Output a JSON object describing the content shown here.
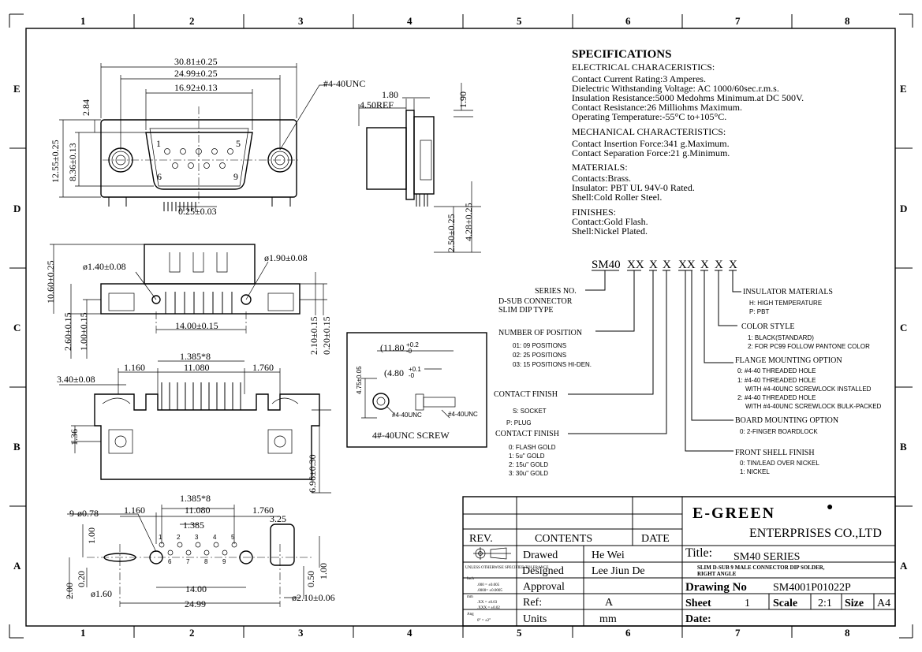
{
  "frame": {
    "col_labels": [
      "1",
      "2",
      "3",
      "4",
      "5",
      "6",
      "7",
      "8"
    ],
    "row_labels": [
      "E",
      "D",
      "C",
      "B",
      "A"
    ]
  },
  "specifications": {
    "title": "SPECIFICATIONS",
    "electrical_title": "ELECTRICAL CHARACERISTICS:",
    "electrical": [
      "Contact Current Rating:3 Amperes.",
      "Dielectric Withstanding Voltage: AC 1000/60sec.r.m.s.",
      "Insulation Resistance:5000 Medohms Minimum.at DC 500V.",
      "Contact Resistance:26 Milliohms Maximum.",
      "Operating Temperature:-55°C to+105°C."
    ],
    "mechanical_title": "MECHANICAL CHARACTERISTICS:",
    "mechanical": [
      "Contact Insertion Force:341 g.Maximum.",
      "Contact Separation Force:21 g.Minimum."
    ],
    "materials_title": "MATERIALS:",
    "materials": [
      "Contacts:Brass.",
      "Insulator: PBT UL 94V-0 Rated.",
      "Shell:Cold Roller Steel."
    ],
    "finishes_title": "FINISHES:",
    "finishes": [
      "Contact:Gold Flash.",
      "Shell:Nickel Plated."
    ]
  },
  "part_code": {
    "segments": [
      "SM40",
      "XX",
      "X",
      "X",
      "XX",
      "X",
      "X",
      "X"
    ],
    "series_no": "SERIES NO.",
    "dsub": "D-SUB CONNECTOR",
    "slim": "SLIM DIP TYPE",
    "positions_title": "NUMBER OF POSITION",
    "positions": [
      "01: 09 POSITIONS",
      "02: 25 POSITIONS",
      "03: 15 POSITIONS HI-DEN."
    ],
    "contact_finish_title": "CONTACT FINISH",
    "contact_finish": [
      "S: SOCKET",
      "P: PLUG"
    ],
    "contact_finish2_title": "CONTACT FINISH",
    "contact_finish2": [
      "0: FLASH GOLD",
      "1: 5u\" GOLD",
      "2: 15u\" GOLD",
      "3: 30u\" GOLD"
    ],
    "insulator_title": "INSULATOR MATERIALS",
    "insulator": [
      "H: HIGH TEMPERATURE",
      "P: PBT"
    ],
    "color_title": "COLOR STYLE",
    "color": [
      "1: BLACK(STANDARD)",
      "2: FOR PC99 FOLLOW PANTONE COLOR"
    ],
    "flange_title": "FLANGE MOUNTING OPTION",
    "flange": [
      "0: #4-40 THREADED HOLE",
      "1: #4-40 THREADED HOLE",
      "WITH #4-40UNC SCREWLOCK INSTALLED",
      "2: #4-40 THREADED HOLE",
      "WITH #4-40UNC SCREWLOCK BULK-PACKED"
    ],
    "board_title": "BOARD MOUNTING OPTION",
    "board": [
      "0: 2-FINGER BOARDLOCK"
    ],
    "shell_title": "FRONT SHELL FINISH",
    "shell": [
      "0: TIN/LEAD OVER NICKEL",
      "1: NICKEL"
    ]
  },
  "dimensions": {
    "d1": "30.81±0.25",
    "d2": "24.99±0.25",
    "d3": "16.92±0.13",
    "unc": "#4-40UNC",
    "d4": "2.84",
    "d5": "12.55±0.25",
    "d6": "8.36±0.13",
    "d7": "0.25±0.03",
    "s1": "1.80",
    "s2": "4.50REF",
    "s3": "1.90",
    "s4": "2.50±0.25",
    "s5": "4.28±0.25",
    "f1": "10.60±0.25",
    "f2": "ø1.40±0.08",
    "f3": "ø1.90±0.08",
    "f4": "14.00±0.15",
    "f5": "2.60±0.15",
    "f6": "1.00±0.15",
    "f7": "2.10±0.15",
    "f8": "0.20±0.15",
    "b1": "1.385*8",
    "b2": "1.160",
    "b3": "11.080",
    "b4": "1.760",
    "b5": "3.40±0.08",
    "b6": "1.36",
    "b7": "6.96±0.30",
    "p1": "1.385*8",
    "p2": "9-ø0.78",
    "p3": "1.160",
    "p4": "11.080",
    "p5": "1.760",
    "p6": "1.385",
    "p7": "3.25",
    "p8": "1.00",
    "p9": "2.00",
    "p10": "0.20",
    "p11": "ø1.60",
    "p12": "14.00",
    "p13": "24.99",
    "p14": "0.50",
    "p15": "1.00",
    "p16": "ø2.10±0.06",
    "pins_top": [
      "1",
      "2",
      "3",
      "4",
      "5"
    ],
    "pins_bottom": [
      "6",
      "7",
      "8",
      "9"
    ]
  },
  "screw_detail": {
    "d1": "(11.80",
    "d1_sup": "+0.2",
    "d1_sub": "-0",
    "d2": "(4.80",
    "d2_sup": "+0.1",
    "d2_sub": "-0",
    "d3": "4.75±0.05",
    "l1": "#4-40UNC",
    "l2": "#4-40UNC",
    "caption": "4#-40UNC SCREW"
  },
  "title_block": {
    "company_logo": "E-GREEN",
    "company": "ENTERPRISES CO.,LTD",
    "rev": "REV.",
    "contents": "CONTENTS",
    "date": "DATE",
    "drawed_label": "Drawed",
    "drawed_value": "He Wei",
    "designed_label": "Designed",
    "designed_value": "Lee Jiun De",
    "approval_label": "Approval",
    "ref_label": "Ref:",
    "ref_value": "A",
    "units_label": "Units",
    "units_value": "mm",
    "tolerance_heading": "UNLESS OTHERWISE SPECIFIED TOLERANCE",
    "tolerance_lines": [
      "Inch",
      ".000 = ±0.005",
      ".0000= ±0.0005",
      "mm",
      ".XX = ±0.03",
      ".XXX = ±0.02",
      "Ang",
      "0° = ±2°"
    ],
    "title_label": "Title:",
    "title_value": "SM40 SERIES",
    "subtitle": "SLIM D-SUB 9 MALE CONNECTOR DIP SOLDER,",
    "subtitle2": "RIGHT ANGLE",
    "drawing_no_label": "Drawing No",
    "drawing_no_value": "SM4001P01022P",
    "sheet_label": "Sheet",
    "sheet_value": "1",
    "scale_label": "Scale",
    "scale_value": "2:1",
    "size_label": "Size",
    "size_value": "A4",
    "date_label": "Date:"
  }
}
